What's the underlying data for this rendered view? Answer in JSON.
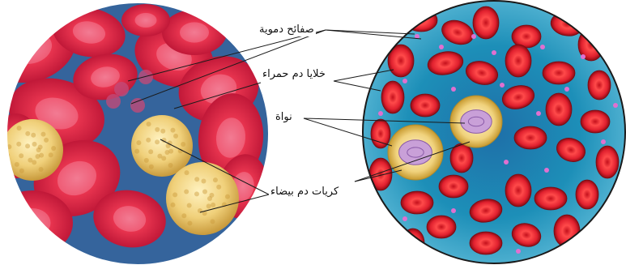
{
  "labels": {
    "platelets": "صفائح دموية",
    "red_cells": "خلايا دم حمراء",
    "nucleus": "نواة",
    "white_cells": "كريات دم بيضاء"
  },
  "colors": {
    "red_cell": "#e0202e",
    "red_cell_photo": "#e8344f",
    "white_cell": "#e9c768",
    "nucleus": "#c9a0d8",
    "plasma": "#1d8fb8",
    "platelet": "#e070d0",
    "line": "#1a1a1a"
  },
  "icons": {
    "left": "photomicrograph-blood-cells",
    "right": "illustration-blood-cells-in-plasma"
  }
}
